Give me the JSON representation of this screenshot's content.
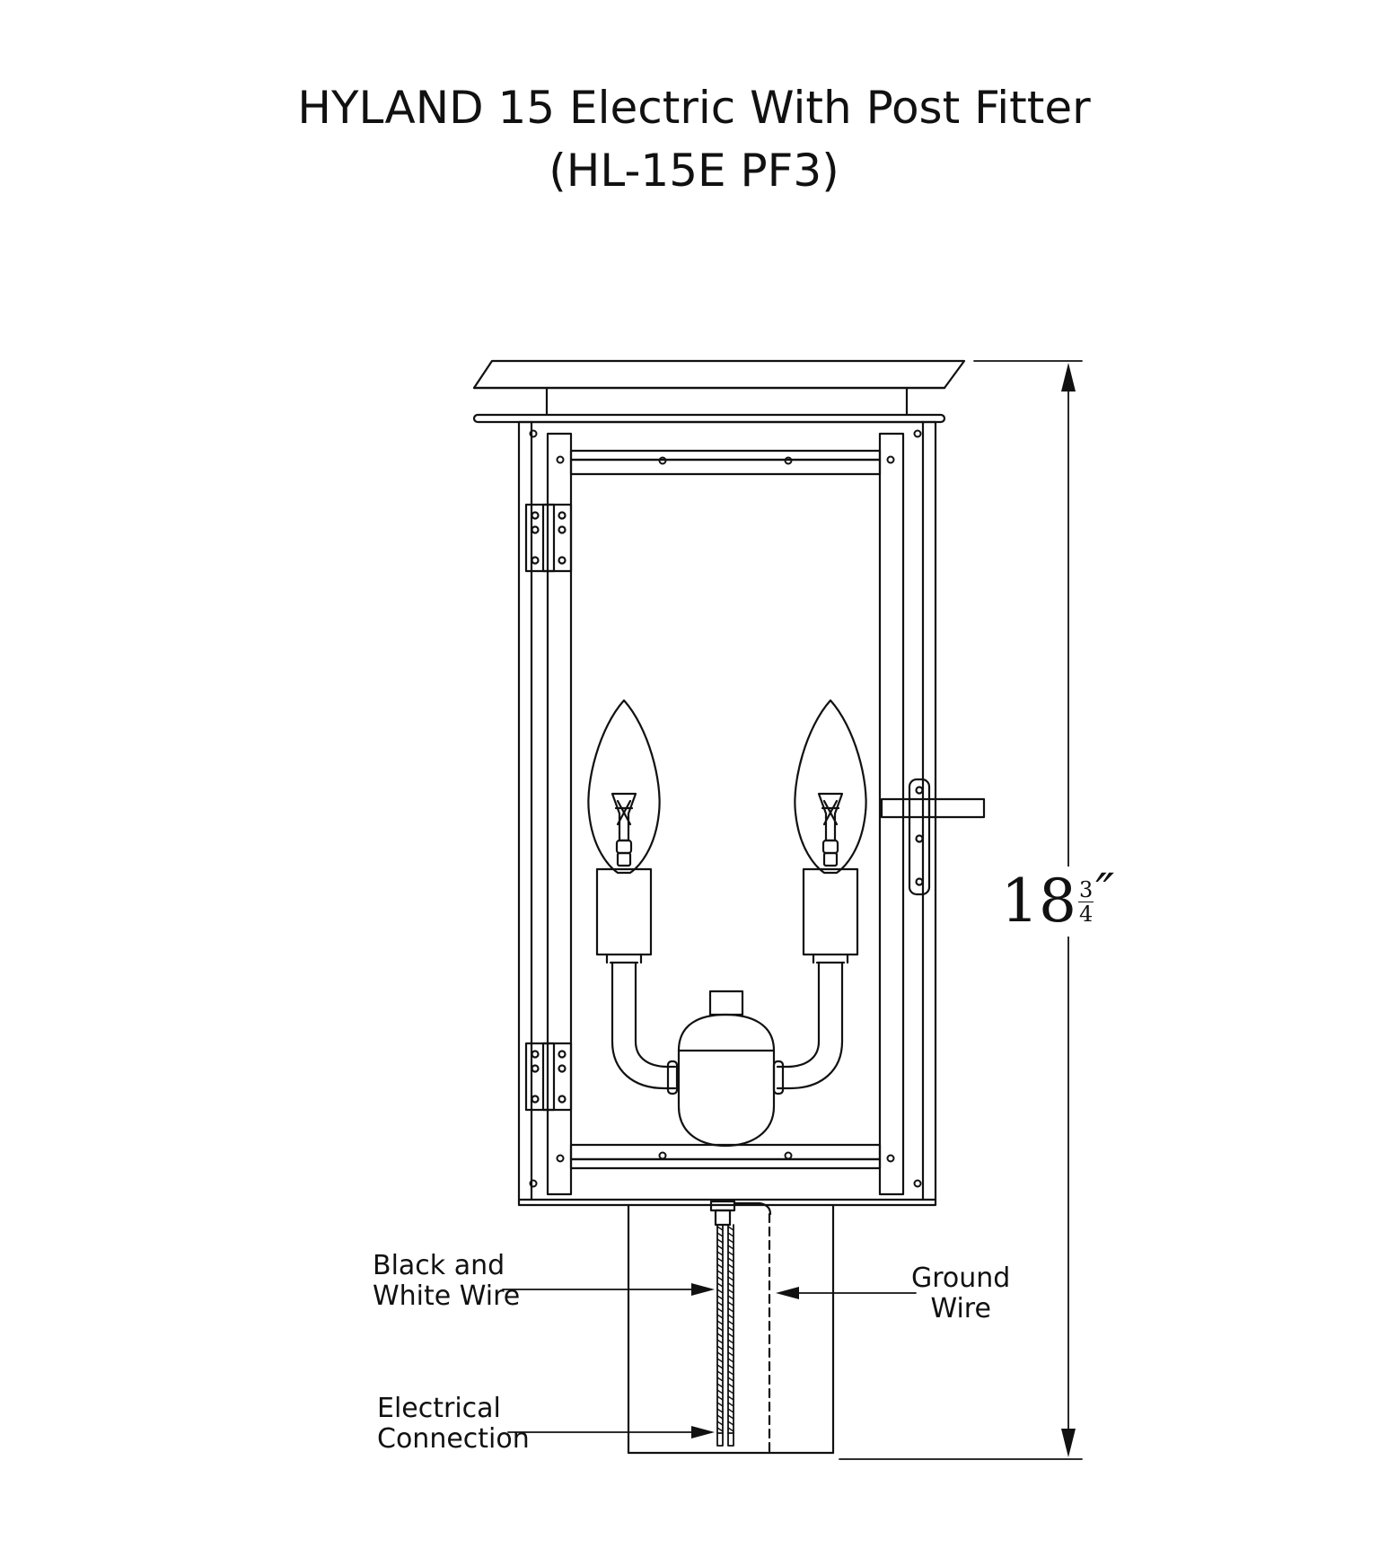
{
  "title": {
    "line1": "HYLAND 15 Electric With Post Fitter",
    "line2": "(HL-15E  PF3)"
  },
  "labels": {
    "black_white_wire": [
      "Black and",
      "White Wire"
    ],
    "ground_wire": [
      "Ground",
      "Wire"
    ],
    "electrical_connection": [
      "Electrical",
      "Connection"
    ]
  },
  "dimension": {
    "whole": "18",
    "numerator": "3",
    "denominator": "4",
    "unit": "″"
  },
  "colors": {
    "line": "#111111",
    "background": "#ffffff"
  }
}
